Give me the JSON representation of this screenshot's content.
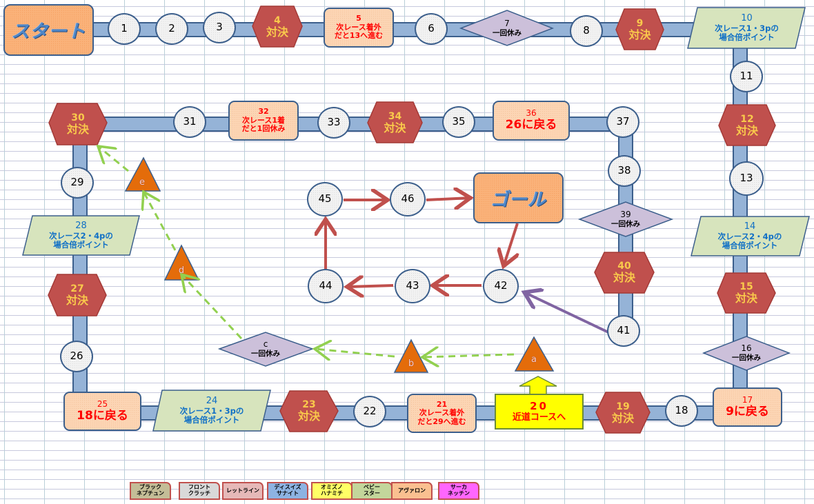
{
  "board": {
    "start_label": "スタート",
    "goal_label": "ゴール",
    "colors": {
      "track": "#95b3d7",
      "track_border": "#3c5f8c",
      "battle_fill": "#c0504d",
      "battle_text": "#f9c94b",
      "bonus_fill": "#d7e4bd",
      "bonus_text": "#0f6fc6",
      "rest_fill": "#ccc0da",
      "event_fill": "#fcd5b4",
      "event_text": "#ff0000",
      "shortcut_fill": "#e46c0a",
      "shortcut_arrow": "#92d050",
      "goal_path_arrow": "#c0504d",
      "link_arrow": "#8064a2"
    },
    "squares": {
      "s1": "1",
      "s2": "2",
      "s3": "3",
      "s4": {
        "num": "4",
        "text": "対決"
      },
      "s5": {
        "num": "5",
        "line1": "次レース着外",
        "line2": "だと13へ進む"
      },
      "s6": "6",
      "s7": {
        "num": "7",
        "text": "一回休み"
      },
      "s8": "8",
      "s9": {
        "num": "9",
        "text": "対決"
      },
      "s10": {
        "num": "10",
        "line1": "次レース1・3pの",
        "line2": "場合倍ポイント"
      },
      "s11": "11",
      "s12": {
        "num": "12",
        "text": "対決"
      },
      "s13": "13",
      "s14": {
        "num": "14",
        "line1": "次レース2・4pの",
        "line2": "場合倍ポイント"
      },
      "s15": {
        "num": "15",
        "text": "対決"
      },
      "s16": {
        "num": "16",
        "text": "一回休み"
      },
      "s17": {
        "num": "17",
        "text": "9に戻る"
      },
      "s18": "18",
      "s19": {
        "num": "19",
        "text": "対決"
      },
      "s20": {
        "num": "20",
        "text": "近道コースへ"
      },
      "s21": {
        "num": "21",
        "line1": "次レース着外",
        "line2": "だと29へ進む"
      },
      "s22": "22",
      "s23": {
        "num": "23",
        "text": "対決"
      },
      "s24": {
        "num": "24",
        "line1": "次レース1・3pの",
        "line2": "場合倍ポイント"
      },
      "s25": {
        "num": "25",
        "text": "18に戻る"
      },
      "s26": "26",
      "s27": {
        "num": "27",
        "text": "対決"
      },
      "s28": {
        "num": "28",
        "line1": "次レース2・4pの",
        "line2": "場合倍ポイント"
      },
      "s29": "29",
      "s30": {
        "num": "30",
        "text": "対決"
      },
      "s31": "31",
      "s32": {
        "num": "32",
        "line1": "次レース1着",
        "line2": "だと1回休み"
      },
      "s33": "33",
      "s34": {
        "num": "34",
        "text": "対決"
      },
      "s35": "35",
      "s36": {
        "num": "36",
        "text": "26に戻る"
      },
      "s37": "37",
      "s38": "38",
      "s39": {
        "num": "39",
        "text": "一回休み"
      },
      "s40": {
        "num": "40",
        "text": "対決"
      },
      "s41": "41",
      "s42": "42",
      "s43": "43",
      "s44": "44",
      "s45": "45",
      "s46": "46"
    },
    "shortcut": {
      "a": "a",
      "b": "b",
      "c": {
        "num": "c",
        "text": "一回休み"
      },
      "d": "d",
      "e": "e"
    }
  },
  "legend": [
    {
      "label": "ブラック\nネプチュン",
      "color": "#c4bd97"
    },
    {
      "label": "フロント\nクラッチ",
      "color": "#d9d9d9"
    },
    {
      "label": "レットライン",
      "color": "#e6b9b8"
    },
    {
      "label": "ディスイズ\nサナイト",
      "color": "#8db3e2"
    },
    {
      "label": "オミズノ\nハナミチ",
      "color": "#ffff66"
    },
    {
      "label": "ベビー\nスター",
      "color": "#c3d69b"
    },
    {
      "label": "アヴァロン",
      "color": "#fac090"
    },
    {
      "label": "サーカ\nネッチン",
      "color": "#ff66ff"
    }
  ]
}
